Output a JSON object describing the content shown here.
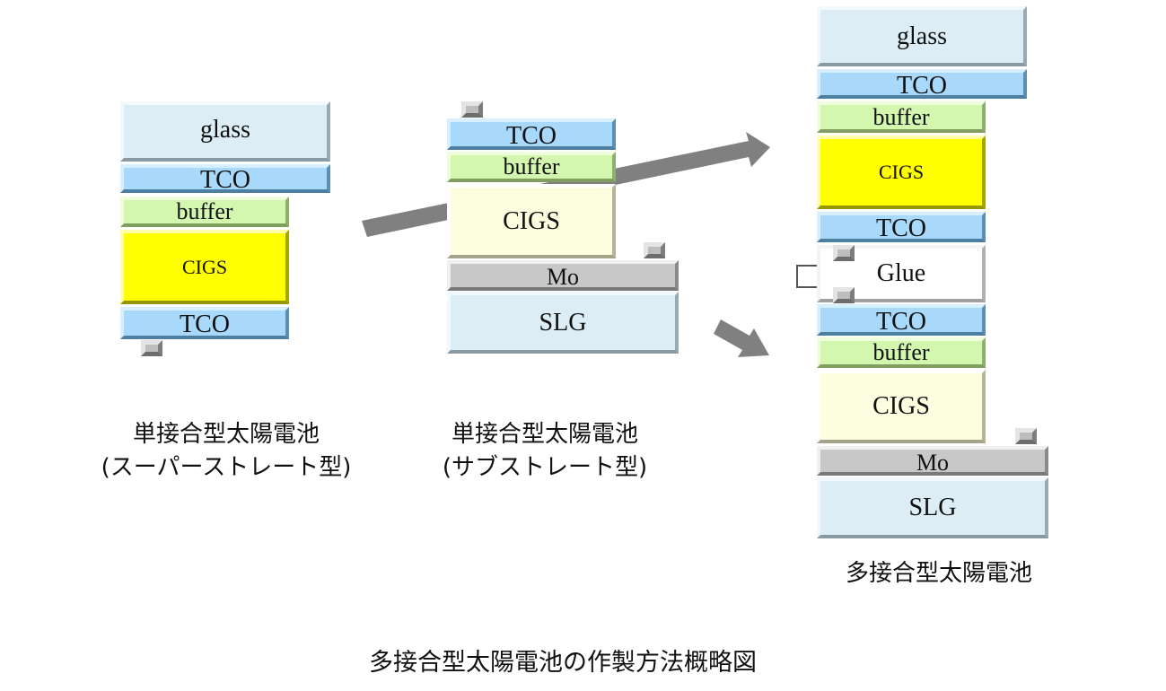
{
  "superstrate": {
    "layers": {
      "glass": "glass",
      "tco_top": "TCO",
      "buffer": "buffer",
      "cigs": "CIGS",
      "tco_bottom": "TCO"
    },
    "caption_line1": "単接合型太陽電池",
    "caption_line2": "(スーパーストレート型)"
  },
  "substrate": {
    "layers": {
      "tco": "TCO",
      "buffer": "buffer",
      "cigs": "CIGS",
      "mo": "Mo",
      "slg": "SLG"
    },
    "caption_line1": "単接合型太陽電池",
    "caption_line2": "(サブストレート型)"
  },
  "multi": {
    "layers": {
      "glass": "glass",
      "tco_1": "TCO",
      "buffer_1": "buffer",
      "cigs_1": "CIGS",
      "tco_2": "TCO",
      "glue": "Glue",
      "tco_3": "TCO",
      "buffer_2": "buffer",
      "cigs_2": "CIGS",
      "mo": "Mo",
      "slg": "SLG"
    },
    "caption": "多接合型太陽電池"
  },
  "figure_title": "多接合型太陽電池の作製方法概略図",
  "colors": {
    "glass": "#dcedf6",
    "tco": "#a8d8fa",
    "buffer": "#d4f7b0",
    "cigs_top": "#ffff00",
    "cigs_bottom": "#fdfde0",
    "mo": "#c8c8c8",
    "slg": "#dcedf6",
    "glue": "#ffffff",
    "arrow": "#808080"
  }
}
